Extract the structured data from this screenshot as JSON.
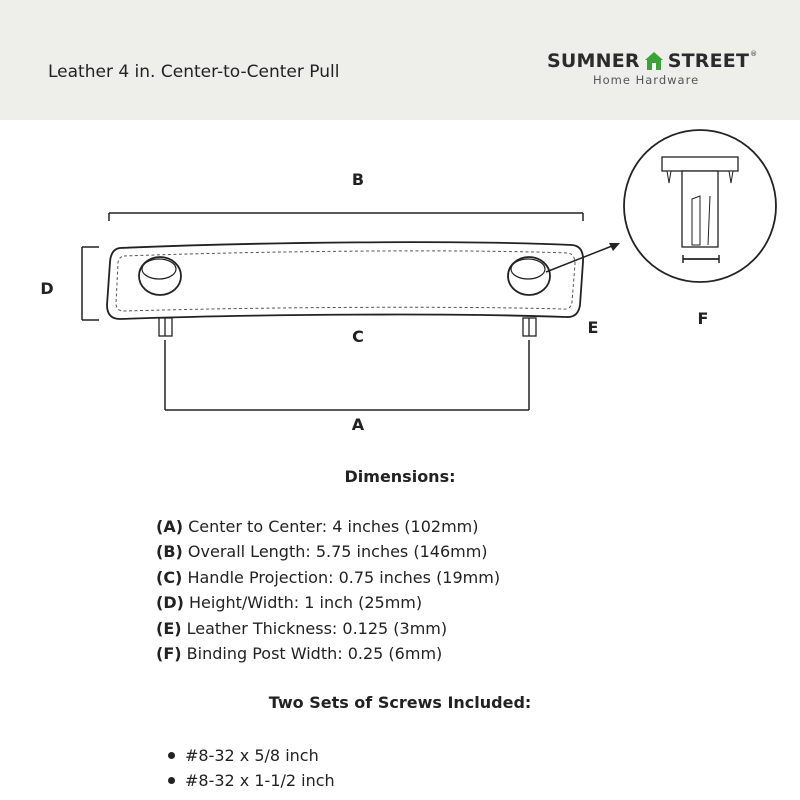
{
  "header": {
    "title": "Leather 4 in. Center-to-Center Pull",
    "brand_left": "SUMNER",
    "brand_right": "STREET",
    "brand_sub": "Home Hardware",
    "brand_color": "#3aa335"
  },
  "diagram_labels": {
    "a": "A",
    "b": "B",
    "c": "C",
    "d": "D",
    "e": "E",
    "f": "F"
  },
  "dimensions": {
    "title": "Dimensions:",
    "items": [
      {
        "key": "(A)",
        "text": " Center to Center: 4 inches (102mm)"
      },
      {
        "key": "(B)",
        "text": " Overall Length: 5.75 inches (146mm)"
      },
      {
        "key": "(C)",
        "text": " Handle Projection: 0.75 inches (19mm)"
      },
      {
        "key": "(D)",
        "text": " Height/Width: 1 inch (25mm)"
      },
      {
        "key": "(E)",
        "text": " Leather Thickness: 0.125 (3mm)"
      },
      {
        "key": "(F)",
        "text": " Binding Post Width: 0.25 (6mm)"
      }
    ]
  },
  "screws": {
    "title": "Two Sets of Screws Included:",
    "items": [
      "#8-32 x 5/8 inch",
      "#8-32 x 1-1/2 inch"
    ]
  }
}
